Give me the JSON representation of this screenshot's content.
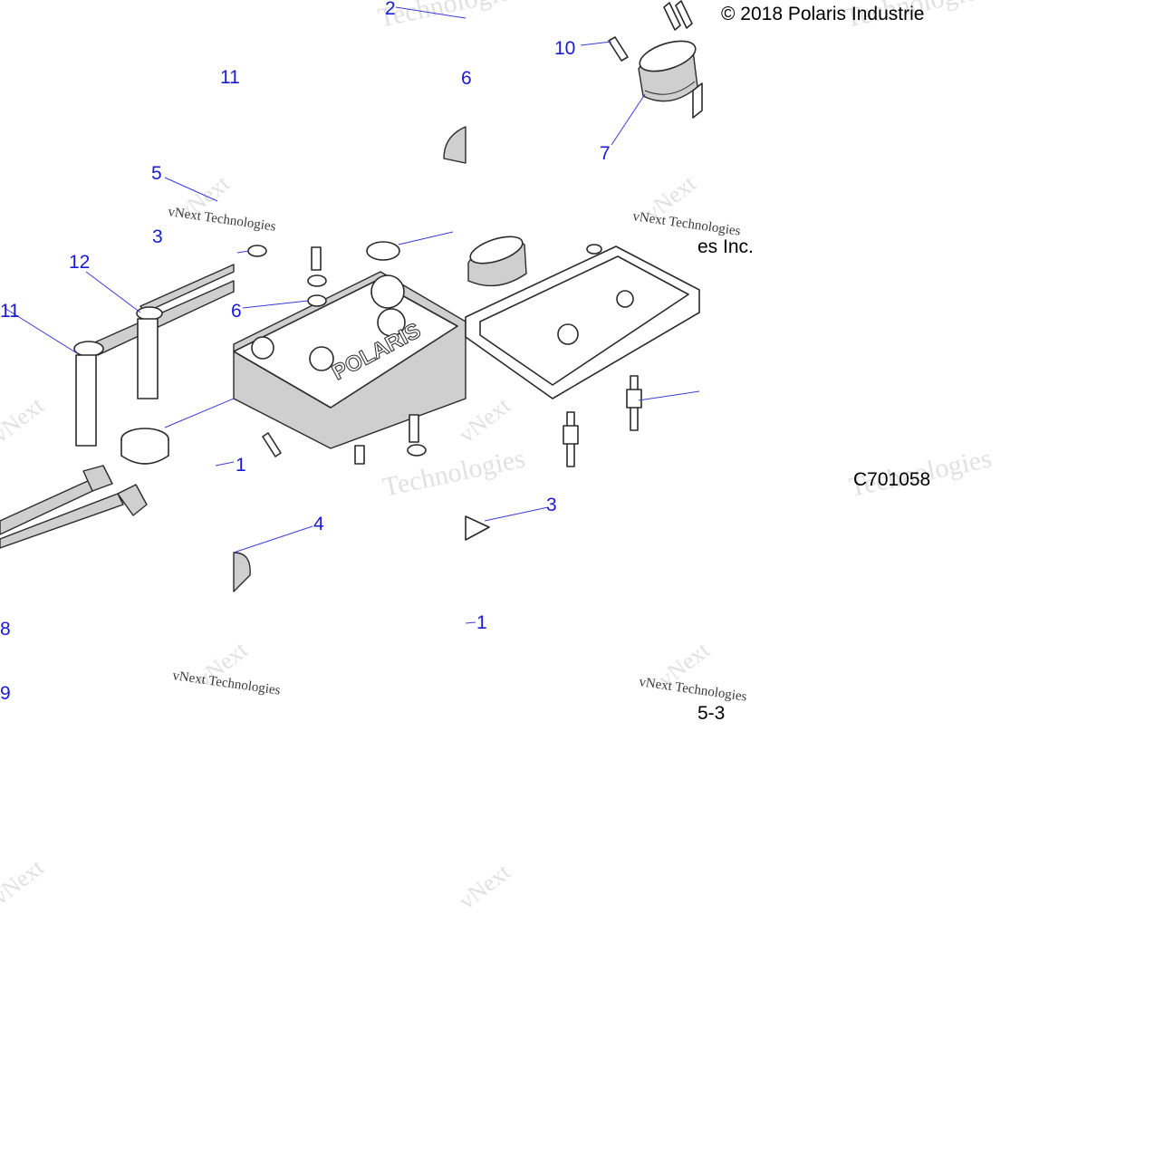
{
  "copyright": "© 2018 Polaris Industrie",
  "copyright_fragment": "es Inc.",
  "part_code": "C701058",
  "page_fragment": "5-3",
  "callouts": {
    "c1_top": "11",
    "c2": "2",
    "c6_top": "6",
    "c10": "10",
    "c7": "7",
    "c5": "5",
    "c3_left": "3",
    "c12": "12",
    "c11_left": "11",
    "c6_mid": "6",
    "c13_partial": "1",
    "c3_right": "3",
    "c4": "4",
    "c8": "8",
    "c9": "9",
    "c1_bottom": "1"
  },
  "watermark": {
    "brand_a": "vNext",
    "brand_b": "Technologies",
    "brand_line": "vNext Technologies"
  },
  "icons": [
    "spark-plug-wire",
    "ignition-coil",
    "oil-fill-cap",
    "valve-cover",
    "valve-cover-gasket",
    "spark-plug",
    "breather-fitting",
    "bolt",
    "washer",
    "o-ring"
  ]
}
